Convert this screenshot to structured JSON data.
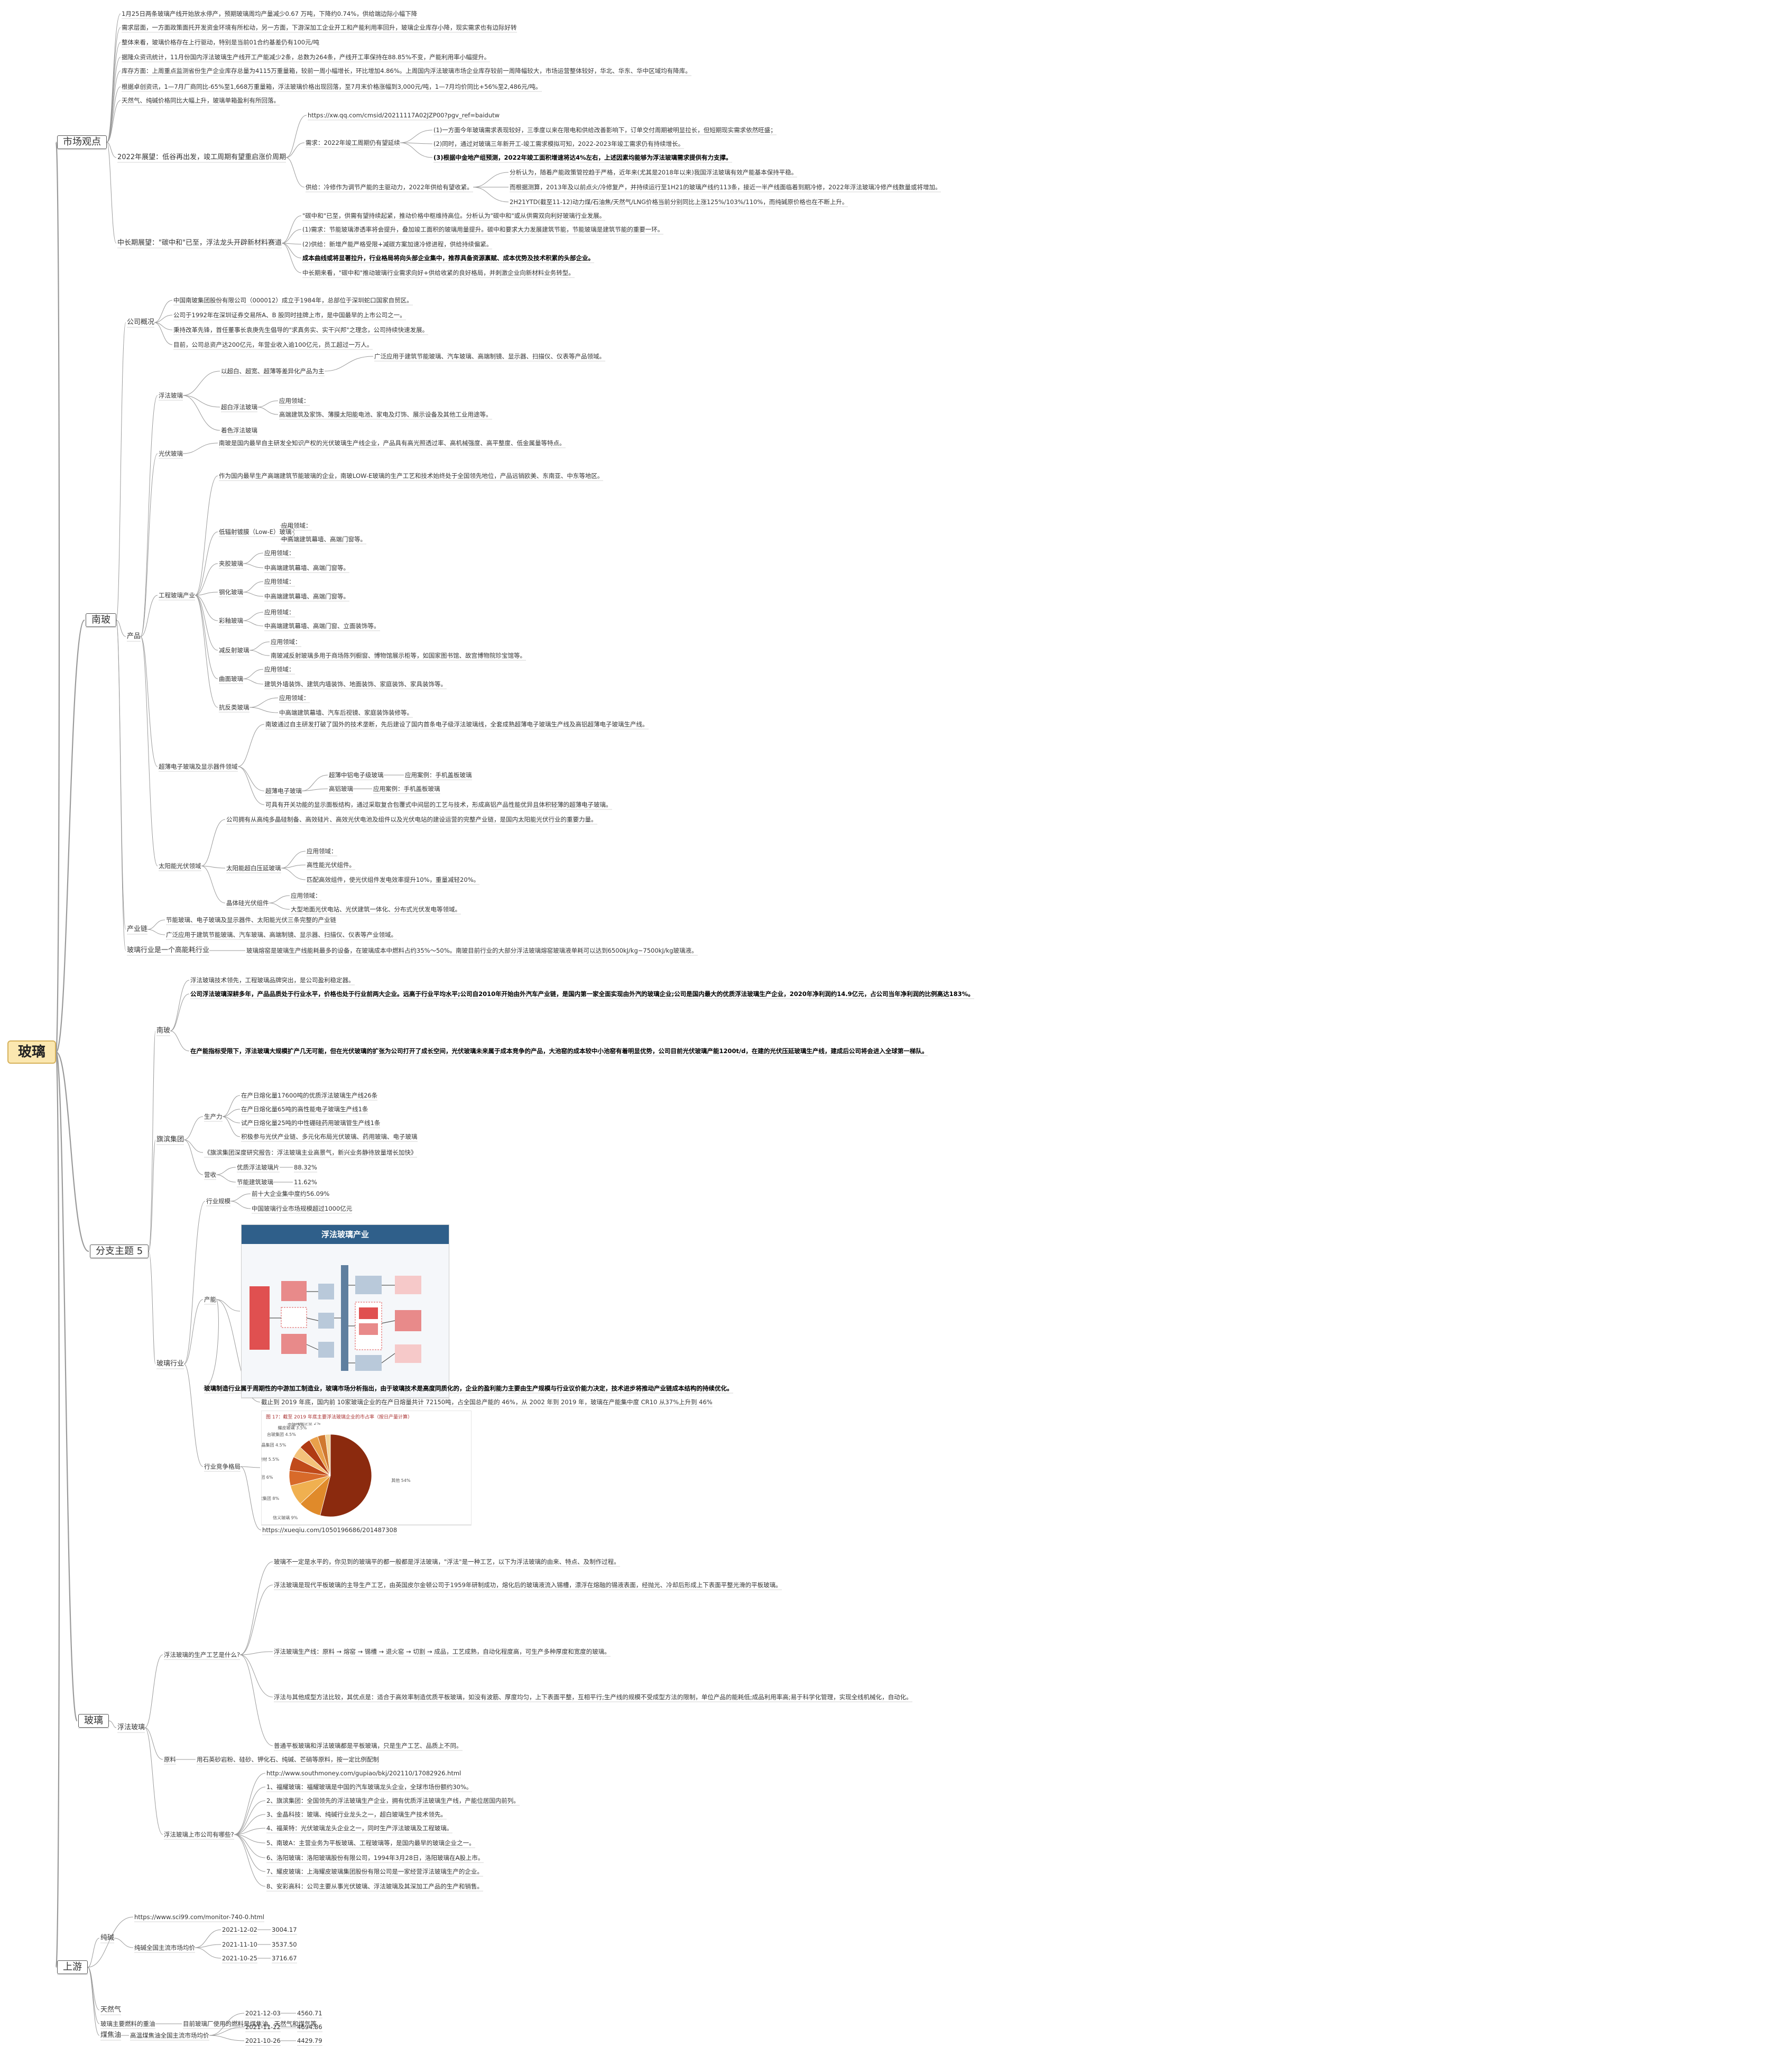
{
  "root": "玻璃",
  "branches": {
    "market": {
      "label": "市场观点",
      "items": [
        "1月25日两条玻璃产线开始放水停产，预期玻璃周均产量减少0.67 万吨，下降约0.74%，供给端边际小幅下降",
        "需求层面，一方面政策面托开发资金环境有所松动，另一方面，下游深加工企业开工和产能利用率回升，玻璃企业库存小降，现实需求也有边际好转",
        "整体来看，玻璃价格存在上行驱动，特别是当前01合约基差仍有100元/吨",
        "据隆众资讯统计，11月份国内浮法玻璃生产线开工产能减少2条，总数为264条，产线开工率保持在88.85%不变，产能利用率小幅提升。",
        "库存方面：上周重点监测省份生产企业库存总量为4115万重量箱，较前一周小幅增长，环比增加4.86%。上周国内浮法玻璃市场企业库存较前一周降幅较大，市场运营整体较好，华北、华东、华中区域均有降库。",
        "根据卓创资讯，1—7月厂商同比-65%至1,668万重量箱，浮法玻璃价格出现回落，至7月末价格涨幅到3,000元/吨，1—7月均价同比+56%至2,486元/吨。",
        "天然气、纯碱价格同比大幅上升，玻璃单箱盈利有所回落。"
      ],
      "sub2022": {
        "label": "2022年展望：低谷再出发，竣工周期有望重启涨价周期",
        "url": "https://xw.qq.com/cmsid/20211117A02JZP00?pgv_ref=baidutw",
        "demand_label": "需求：2022年竣工周期仍有望延续",
        "demand": [
          "(1)一方面今年玻璃需求表现较好，三季度以来在限电和供给改善影响下，订单交付周期被明显拉长，但短期现实需求依然旺盛；",
          "(2)同时，通过对玻璃三年新开工-竣工需求模拟可知，2022-2023年竣工需求仍有持续增长。",
          "(3)根据中金地产组预测，2022年竣工面积增速将达4%左右，上述因素均能够为浮法玻璃需求提供有力支撑。"
        ],
        "supply_label": "供给：冷修作为调节产能的主驱动力，2022年供给有望收紧。",
        "supply": [
          "分析认为，随着产能政策管控趋于严格，近年来(尤其是2018年以来)我国浮法玻璃有效产能基本保持平稳。",
          "而根据测算，2013年及以前点火/冷修复产，并持续运行至1H21的玻璃产线约113条，接近一半产线面临着到期冷修，2022年浮法玻璃冷修产线数量或将增加。",
          "2H21YTD(截至11-12)动力煤/石油焦/天然气/LNG价格当前分别同比上涨125%/103%/110%，而纯碱原价格也在不断上升。"
        ]
      },
      "midlong": {
        "label": "中长期展望：\"碳中和\"已至，浮法龙头开辟新材料赛道",
        "items": [
          "\"碳中和\"已至，供需有望持续起紧，推动价格中枢维持高位。分析认为\"碳中和\"或从供需双向利好玻璃行业发展。",
          "(1)需求：节能玻璃渗透率将会提升，叠加竣工面积的玻璃用量提升。碳中和要求大力发展建筑节能，节能玻璃是建筑节能的重要一环。",
          "(2)供给：新增产能严格受限+减碳方案加速冷修进程，供给持续偏紧。",
          "成本曲线或将显著拉升，行业格局将向头部企业集中，推荐具备资源禀赋、成本优势及技术积累的头部企业。",
          "中长期来看，\"碳中和\"推动玻璃行业需求向好+供给收紧的良好格局，并刺激企业向新材料业务转型。"
        ]
      }
    },
    "nanbo": {
      "label": "南玻",
      "overview_label": "公司概况",
      "overview": [
        "中国南玻集团股份有限公司（000012）成立于1984年，总部位于深圳蛇口国家自贸区。",
        "公司于1992年在深圳证券交易所A、B 股同时挂牌上市，是中国最早的上市公司之一。",
        "秉持改革先锋，首任董事长袁庚先生倡导的\"求真务实、实干兴邦\"之理念，公司持续快速发展。",
        "目前，公司总资产达200亿元，年营业收入逾100亿元，员工超过一万人。"
      ],
      "product_label": "产品",
      "float_label": "浮法玻璃",
      "float_items": [
        {
          "label": "以超白、超宽、超薄等差异化产品为主",
          "detail": "广泛应用于建筑节能玻璃、汽车玻璃、高端制镜、显示器、扫描仪、仪表等产品领域。"
        },
        {
          "label": "超白浮法玻璃",
          "app_label": "应用领域：",
          "app": "高端建筑及家饰、薄膜太阳能电池、家电及灯饰、展示设备及其他工业用途等。"
        },
        {
          "label": "着色浮法玻璃"
        }
      ],
      "pv_glass_label": "光伏玻璃",
      "pv_glass": "南玻是国内最早自主研发全知识产权的光伏玻璃生产线企业，产品具有高光照透过率、高机械强度、高平整度、低金属量等特点。",
      "eng_label": "工程玻璃产业",
      "eng_intro": "作为国内最早生产高端建筑节能玻璃的企业，南玻LOW-E玻璃的生产工艺和技术始终处于全国领先地位，产品远销欧美、东南亚、中东等地区。",
      "eng_items": [
        {
          "label": "低辐射镀膜（Low-E）玻璃",
          "app_label": "应用领域：",
          "app": "中高端建筑幕墙、高端门窗等。"
        },
        {
          "label": "夹胶玻璃",
          "app_label": "应用领域：",
          "app": "中高端建筑幕墙、高端门窗等。"
        },
        {
          "label": "钢化玻璃",
          "app_label": "应用领域：",
          "app": "中高端建筑幕墙、高端门窗等。"
        },
        {
          "label": "彩釉玻璃",
          "app_label": "应用领域：",
          "app": "中高端建筑幕墙、高端门窗、立面装饰等。"
        },
        {
          "label": "减反射玻璃",
          "app_label": "应用领域：",
          "app": "南玻减反射玻璃多用于商场陈列橱窗、博物馆展示柜等，如国家图书馆、故宫博物院珍宝馆等。"
        },
        {
          "label": "曲面玻璃",
          "app_label": "应用领域：",
          "app": "建筑外墙装饰、建筑内墙装饰、地面装饰、家庭装饰、家具装饰等。"
        },
        {
          "label": "抗反类玻璃",
          "app_label": "应用领域：",
          "app": "中高端建筑幕墙、汽车后视镜、家庭装饰装修等。"
        }
      ],
      "ultra_label": "超薄电子玻璃及显示器件领域",
      "ultra_intro": "南玻通过自主研发打破了国外的技术垄断，先后建设了国内首条电子级浮法玻璃线，全套成熟超薄电子玻璃生产线及高铝超薄电子玻璃生产线。",
      "ultra_items": [
        {
          "label": "超薄电子玻璃",
          "subs": [
            {
              "label": "超薄中铝电子级玻璃",
              "app": "应用案例：手机盖板玻璃"
            },
            {
              "label": "高铝玻璃",
              "app": "应用案例：手机盖板玻璃"
            }
          ]
        }
      ],
      "ultra_note": "可具有开关功能的显示面板结构，通过采取复合包覆式中间层的工艺与技术，形成高铝产品性能优异且体积轻薄的超薄电子玻璃。",
      "solar_label": "太阳能光伏领域",
      "solar_intro": "公司拥有从高纯多晶硅制备、高效硅片、高效光伏电池及组件以及光伏电站的建设运营的完整产业链，是国内太阳能光伏行业的重要力量。",
      "solar_items": [
        {
          "label": "太阳能超白压延玻璃",
          "app_label": "应用领域：",
          "app": "高性能光伏组件。",
          "note": "匹配高效组件，使光伏组件发电效率提升10%，重量减轻20%。"
        },
        {
          "label": "晶体硅光伏组件",
          "app_label": "应用领域：",
          "app": "大型地面光伏电站、光伏建筑一体化、分布式光伏发电等领域。"
        }
      ],
      "chain_label": "产业链",
      "chain": [
        "节能玻璃、电子玻璃及显示器件、太阳能光伏三条完整的产业链",
        "广泛应用于建筑节能玻璃、汽车玻璃、高端制镜、显示器、扫描仪、仪表等产业领域。"
      ],
      "highend_label": "玻璃行业是一个高能耗行业",
      "highend": "玻璃熔窑是玻璃生产线能耗最多的设备，在玻璃成本中燃料占约35%～50%。南玻目前行业的大部分浮法玻璃熔窑玻璃液单耗可以达到6500kJ/kg~7500kJ/kg玻璃液。"
    },
    "theme": {
      "label": "分支主题 5",
      "nanbo_label": "南玻",
      "nanbo": [
        "浮法玻璃技术领先，工程玻璃品牌突出，是公司盈利稳定器。",
        "公司浮法玻璃深耕多年，产品品质处于行业水平，价格也处于行业前两大企业。远高于行业平均水平;公司自2010年开始由外汽车产业链，是国内第一家全面实现由外汽的玻璃企业;公司是国内最大的优质浮法玻璃生产企业，2020年净利润约14.9亿元，占公司当年净利润的比例高达183%。",
        "在产能指标受限下，浮法玻璃大规模扩产几无可能，但在光伏玻璃的扩张为公司打开了成长空间，光伏玻璃未来属于成本竞争的产品，大池窑的成本较中小池窑有着明显优势，公司目前光伏玻璃产能1200t/d，在建的光伏压延玻璃生产线，建成后公司将会进入全球第一梯队。"
      ],
      "qibin_label": "旗滨集团",
      "qibin_capacity_label": "生产力",
      "qibin_capacity": [
        "在产日熔化量17600吨的优质浮法玻璃生产线26条",
        "在产日熔化量65吨的高性能电子玻璃生产线1条",
        "试产日熔化量25吨的中性硼硅药用玻璃管生产线1条",
        "积极参与光伏产业链、多元化布局光伏玻璃、药用玻璃、电子玻璃"
      ],
      "qibin_strategy": "《旗滨集团深度研究报告：浮法玻璃主业高景气，新兴业务静待放量增长加快》",
      "qibin_revenue_label": "营收",
      "qibin_revenue": [
        {
          "label": "优质浮法玻璃片",
          "value": "88.32%"
        },
        {
          "label": "节能建筑玻璃",
          "value": "11.62%"
        }
      ],
      "industry_label": "玻璃行业",
      "scale_label": "行业规模",
      "scale": [
        "前十大企业集中度约56.09%",
        "中国玻璃行业市场规模超过1000亿元"
      ],
      "chain_label": "产能",
      "flow_image_title": "浮法玻璃产业",
      "chain_note": "玻璃制造行业属于周期性的中游加工制造业，玻璃市场分析指出，由于玻璃技术是高度同质化的，企业的盈利能力主要由生产规模与行业议价能力决定，技术进步将推动产业链成本结构的持续优化。",
      "chain_stat": "截止到 2019 年底，国内前 10家玻璃企业的在产日熔量共计 72150吨，占全国总产能的 46%，从 2002 年到 2019 年，玻璃在产能集中度 CR10 从37%上升到 46%",
      "competition_label": "行业竞争格局",
      "pie_url": "https://xueqiu.com/1050196686/201487308"
    },
    "glass": {
      "label": "玻璃",
      "float_label": "浮法玻璃",
      "process_label": "浮法玻璃的生产工艺是什么?",
      "process": [
        "玻璃不一定是水平的，你见到的玻璃平的都一般都是浮法玻璃，\"浮法\"是一种工艺，以下为浮法玻璃的由来、特点、及制作过程。",
        "浮法玻璃是现代平板玻璃的主导生产工艺，由英国皮尔金顿公司于1959年研制成功，熔化后的玻璃液流入锡槽，漂浮在熔融的锡液表面，经抛光、冷却后形成上下表面平整光滑的平板玻璃。",
        "浮法玻璃生产线：原料 → 熔窑 → 锡槽 → 退火窑 → 切割 → 成品，工艺成熟，自动化程度高，可生产多种厚度和宽度的玻璃。",
        "浮法与其他成型方法比较，其优点是：适合于高效率制造优质平板玻璃，如没有波筋、厚度均匀，上下表面平整，互相平行;生产线的规模不受成型方法的限制，单位产品的能耗低;成品利用率高;易于科学化管理，实现全线机械化，自动化。",
        "普通平板玻璃和浮法玻璃都是平板玻璃，只是生产工艺、品质上不同。"
      ],
      "raw_label": "原料",
      "raw": "用石英砂岩粉、硅砂、钾化石、纯碱、芒硝等原料，按一定比例配制",
      "listed_label": "浮法玻璃上市公司有哪些?",
      "listed_url": "http://www.southmoney.com/gupiao/bkj/202110/17082926.html",
      "listed": [
        "1、福耀玻璃：福耀玻璃是中国的汽车玻璃龙头企业，全球市场份额约30%。",
        "2、旗滨集团：全国领先的浮法玻璃生产企业，拥有优质浮法玻璃生产线，产能位居国内前列。",
        "3、金晶科技：玻璃、纯碱行业龙头之一，超白玻璃生产技术领先。",
        "4、福莱特：光伏玻璃龙头企业之一，同时生产浮法玻璃及工程玻璃。",
        "5、南玻A：主营业务为平板玻璃、工程玻璃等，是国内最早的玻璃企业之一。",
        "6、洛阳玻璃：洛阳玻璃股份有限公司，1994年3月28日，洛阳玻璃在A股上市。",
        "7、耀皮玻璃：上海耀皮玻璃集团股份有限公司是一家经营浮法玻璃生产的企业。",
        "8、安彩高科：公司主要从事光伏玻璃、浮法玻璃及其深加工产品的生产和销售。"
      ]
    },
    "upstream": {
      "label": "上游",
      "soda_label": "纯碱",
      "soda_url": "https://www.sci99.com/monitor-740-0.html",
      "soda_price_label": "纯碱全国主流市场均价",
      "soda_prices": [
        {
          "date": "2021-12-02",
          "price": "3004.17"
        },
        {
          "date": "2021-11-10",
          "price": "3537.50"
        },
        {
          "date": "2021-10-25",
          "price": "3716.67"
        }
      ],
      "gas_label": "天然气",
      "fuel_label": "玻璃主要燃料的重油",
      "fuel": "目前玻璃厂使用的燃料是煤焦油、天然气和煤气等",
      "coal_label": "煤焦油",
      "coal_price_label": "高温煤焦油全国主流市场均价",
      "coal_prices": [
        {
          "date": "2021-12-03",
          "price": "4560.71"
        },
        {
          "date": "2021-11-22",
          "price": "4694.86"
        },
        {
          "date": "2021-10-26",
          "price": "4429.79"
        }
      ]
    }
  },
  "colors": {
    "root_bg": "#fbe7b0",
    "line": "#9a9a9a",
    "flow_header": "#2f5f8a",
    "pie_main": "#8b2a0e"
  },
  "pie_chart": {
    "title": "图 17：截至 2019 年底主要浮法玻璃企业的市占率（按日产量计算）",
    "slices": [
      {
        "name": "其他",
        "value": 54
      },
      {
        "name": "信义玻璃",
        "value": 9.0
      },
      {
        "name": "旗滨集团",
        "value": 8.0
      },
      {
        "name": "南玻集团",
        "value": 6.0
      },
      {
        "name": "中国建材",
        "value": 5.5
      },
      {
        "name": "金晶集团",
        "value": 4.5
      },
      {
        "name": "台玻集团",
        "value": 4.5
      },
      {
        "name": "耀皮玻璃",
        "value": 3.5
      },
      {
        "name": "中玻",
        "value": 3.0
      },
      {
        "name": "其他企业",
        "value": 2.0
      }
    ]
  }
}
